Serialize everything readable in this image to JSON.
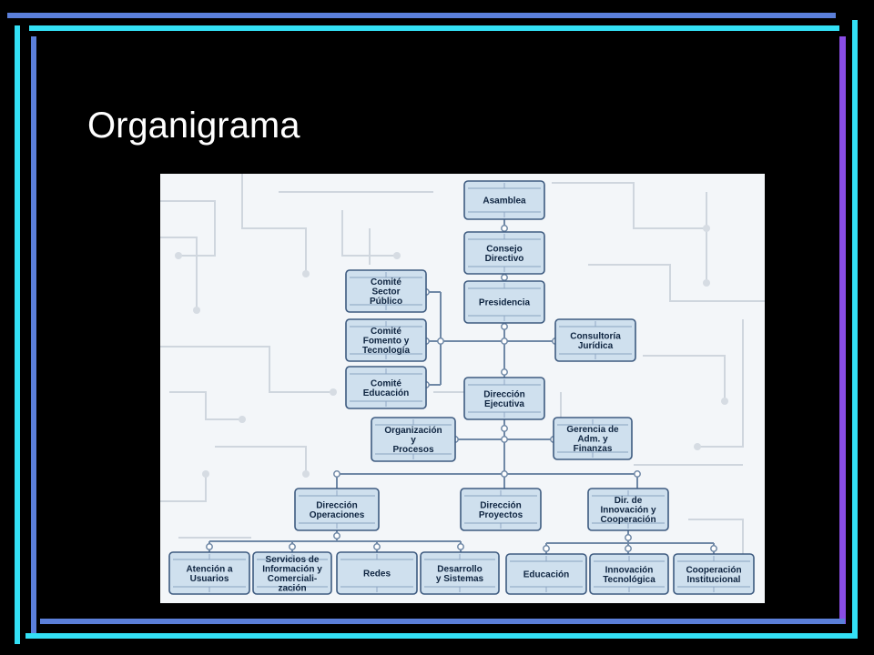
{
  "slide": {
    "title": "Organigrama"
  },
  "colors": {
    "background": "#000000",
    "frame_cyan": "#33e0f5",
    "frame_blue": "#5b7fd9",
    "frame_violet": "#8a4de6",
    "title_text": "#ffffff",
    "box_fill": "#cfe0ee",
    "box_border": "#3e5b80",
    "connector": "#6f88a6"
  },
  "org_chart": {
    "nodes": [
      {
        "id": "asamblea",
        "lines": [
          "Asamblea"
        ]
      },
      {
        "id": "consejo",
        "lines": [
          "Consejo",
          "Directivo"
        ]
      },
      {
        "id": "presidencia",
        "lines": [
          "Presidencia"
        ]
      },
      {
        "id": "comite_sector",
        "lines": [
          "Comité",
          "Sector",
          "Público"
        ]
      },
      {
        "id": "comite_fomento",
        "lines": [
          "Comité",
          "Fomento y",
          "Tecnología"
        ]
      },
      {
        "id": "comite_educacion",
        "lines": [
          "Comité",
          "Educación"
        ]
      },
      {
        "id": "consultoria",
        "lines": [
          "Consultoría",
          "Jurídica"
        ]
      },
      {
        "id": "direccion_ejecutiva",
        "lines": [
          "Dirección",
          "Ejecutiva"
        ]
      },
      {
        "id": "organizacion",
        "lines": [
          "Organización",
          "y",
          "Procesos"
        ]
      },
      {
        "id": "gerencia",
        "lines": [
          "Gerencia de",
          "Adm. y",
          "Finanzas"
        ]
      },
      {
        "id": "dir_operaciones",
        "lines": [
          "Dirección",
          "Operaciones"
        ]
      },
      {
        "id": "dir_proyectos",
        "lines": [
          "Dirección",
          "Proyectos"
        ]
      },
      {
        "id": "dir_innovacion",
        "lines": [
          "Dir. de",
          "Innovación y",
          "Cooperación"
        ]
      },
      {
        "id": "atencion",
        "lines": [
          "Atención a",
          "Usuarios"
        ]
      },
      {
        "id": "servicios",
        "lines": [
          "Servicios de",
          "Información y",
          "Comerciali-",
          "zación"
        ]
      },
      {
        "id": "redes",
        "lines": [
          "Redes"
        ]
      },
      {
        "id": "desarrollo",
        "lines": [
          "Desarrollo",
          "y Sistemas"
        ]
      },
      {
        "id": "educacion",
        "lines": [
          "Educación"
        ]
      },
      {
        "id": "innovacion_tec",
        "lines": [
          "Innovación",
          "Tecnológica"
        ]
      },
      {
        "id": "cooperacion",
        "lines": [
          "Cooperación",
          "Institucional"
        ]
      }
    ],
    "edges": [
      [
        "asamblea",
        "consejo"
      ],
      [
        "consejo",
        "presidencia"
      ],
      [
        "presidencia",
        "direccion_ejecutiva"
      ],
      [
        "comite_sector",
        "presidencia"
      ],
      [
        "comite_fomento",
        "presidencia"
      ],
      [
        "comite_educacion",
        "presidencia"
      ],
      [
        "presidencia",
        "consultoria"
      ],
      [
        "direccion_ejecutiva",
        "organizacion"
      ],
      [
        "direccion_ejecutiva",
        "gerencia"
      ],
      [
        "direccion_ejecutiva",
        "dir_operaciones"
      ],
      [
        "direccion_ejecutiva",
        "dir_proyectos"
      ],
      [
        "direccion_ejecutiva",
        "dir_innovacion"
      ],
      [
        "dir_operaciones",
        "atencion"
      ],
      [
        "dir_operaciones",
        "servicios"
      ],
      [
        "dir_operaciones",
        "redes"
      ],
      [
        "dir_operaciones",
        "desarrollo"
      ],
      [
        "dir_innovacion",
        "educacion"
      ],
      [
        "dir_innovacion",
        "innovacion_tec"
      ],
      [
        "dir_innovacion",
        "cooperacion"
      ]
    ]
  }
}
